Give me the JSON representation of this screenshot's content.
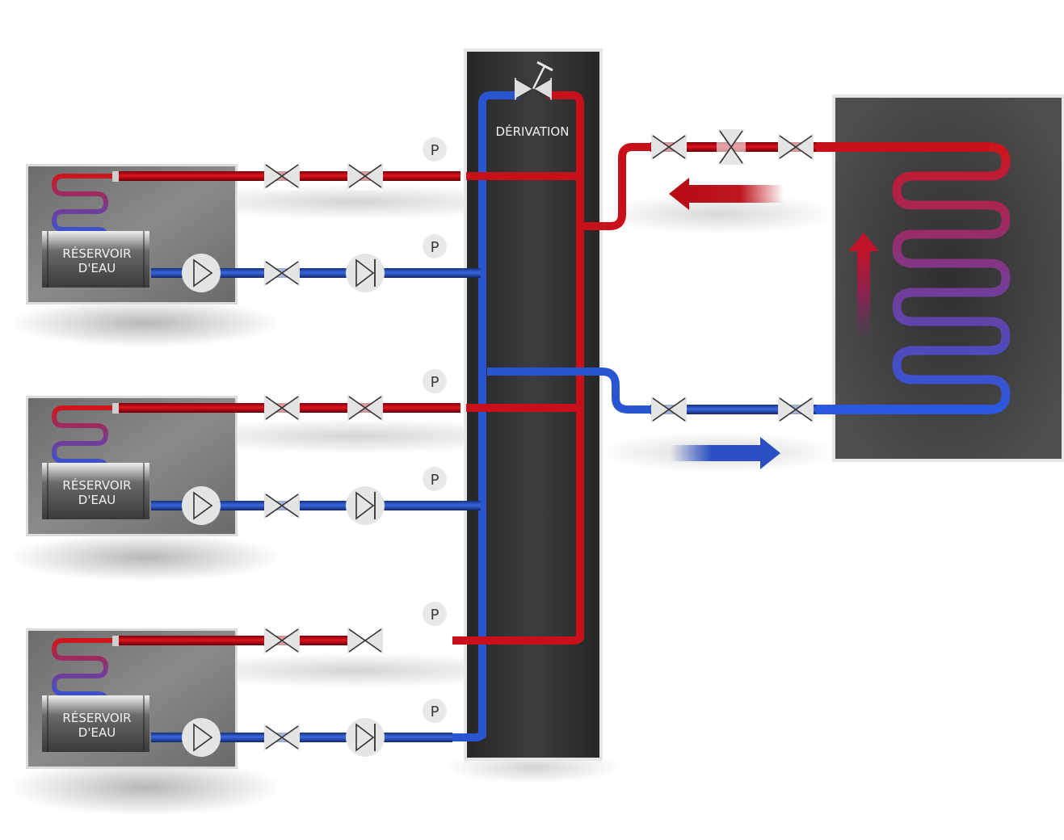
{
  "diagram": {
    "title": "Hydraulic schematic: water tanks, bypass manifold and heat exchanger",
    "bypass": {
      "label": "DÉRIVATION"
    },
    "tanks": [
      {
        "label_line1": "RÉSERVOIR",
        "label_line2": "D'EAU"
      },
      {
        "label_line1": "RÉSERVOIR",
        "label_line2": "D'EAU"
      },
      {
        "label_line1": "RÉSERVOIR",
        "label_line2": "D'EAU"
      }
    ],
    "pressure_gauge_label": "P",
    "pressure_gauges": [
      "P",
      "P",
      "P",
      "P",
      "P",
      "P"
    ],
    "colors": {
      "hot": "#c8101a",
      "cold": "#2a55d0",
      "manifold_bg": "#333333",
      "tank_bg": "#7a7a7a",
      "exchanger_bg": "#3c3c3c",
      "valve_bg": "#e4e4e4",
      "valve_line": "#333333"
    },
    "flow": {
      "supply_direction": "left",
      "return_direction": "right",
      "exchanger_direction": "up"
    }
  }
}
